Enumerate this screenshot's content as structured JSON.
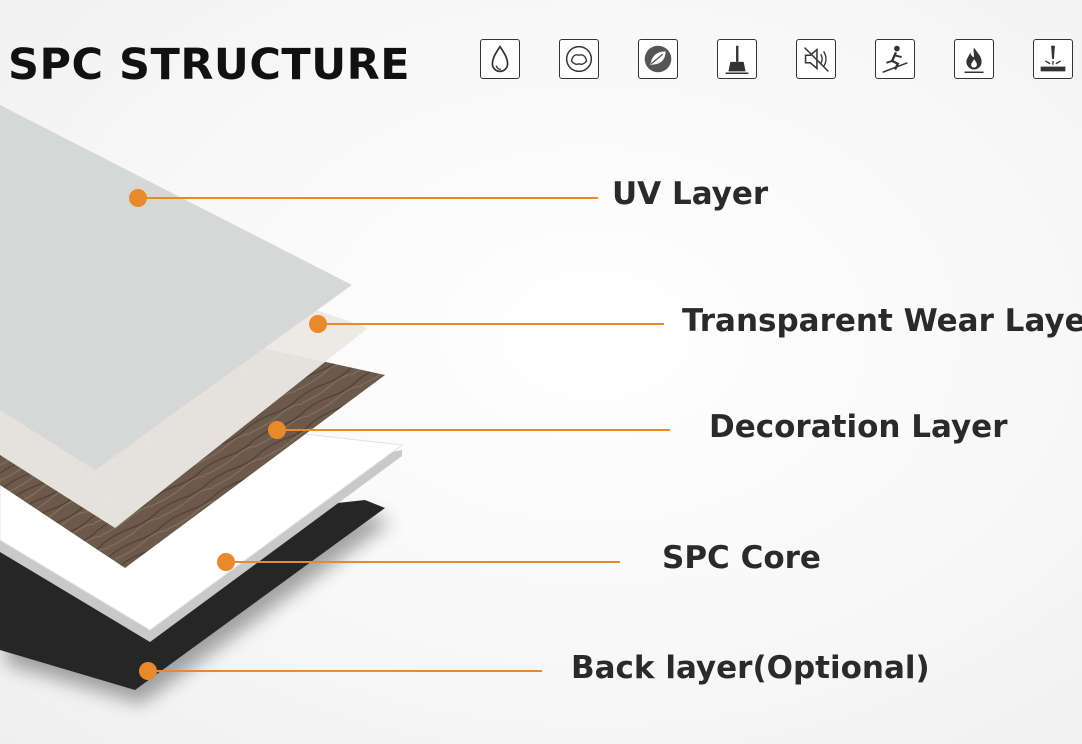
{
  "title": "SPC STRUCTURE",
  "icons": [
    {
      "name": "waterproof-icon"
    },
    {
      "name": "eco-cotton-icon"
    },
    {
      "name": "eco-leaf-icon"
    },
    {
      "name": "easy-clean-icon"
    },
    {
      "name": "sound-proof-icon"
    },
    {
      "name": "anti-slip-icon"
    },
    {
      "name": "fire-resistant-icon"
    },
    {
      "name": "wear-resistant-icon"
    }
  ],
  "layers": {
    "uv": "UV Layer",
    "wear": "Transparent Wear Layer",
    "decoration": "Decoration Layer",
    "core": "SPC Core",
    "back": "Back layer(Optional)"
  },
  "colors": {
    "accent": "#E8892B",
    "wood": "#6b5a4b",
    "back": "#262626"
  }
}
